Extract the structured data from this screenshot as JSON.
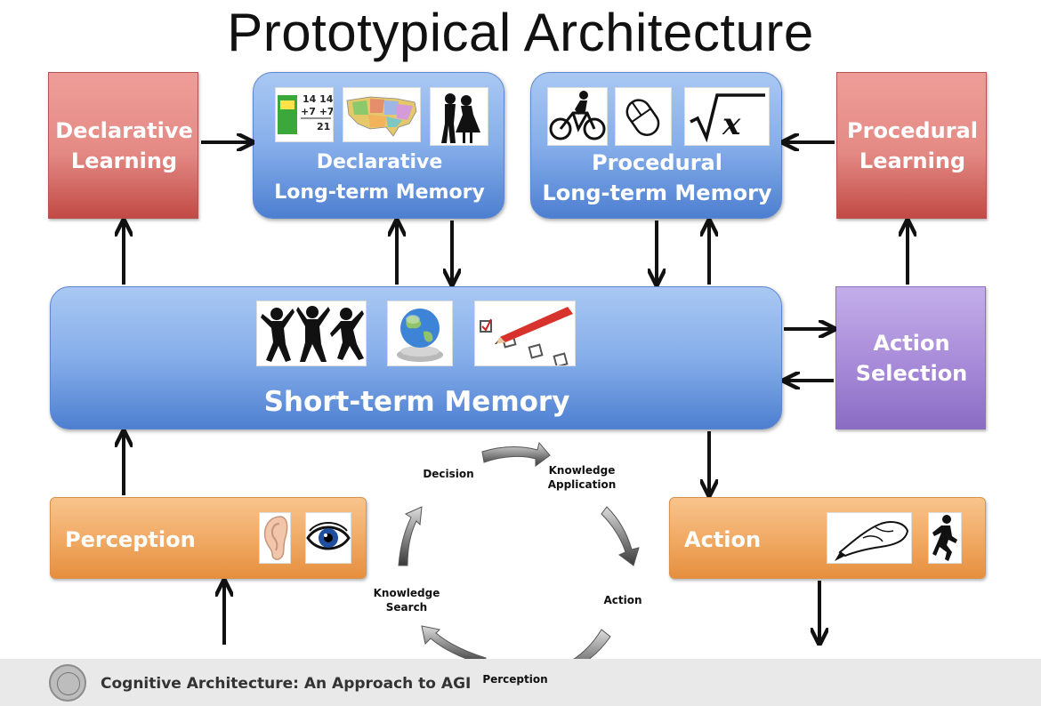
{
  "title": "Prototypical Architecture",
  "boxes": {
    "declarative_learning": [
      "Declarative",
      "Learning"
    ],
    "declarative_ltm": [
      "Declarative",
      "Long-term Memory"
    ],
    "procedural_ltm": [
      "Procedural",
      "Long-term Memory"
    ],
    "procedural_learning": [
      "Procedural",
      "Learning"
    ],
    "short_term_memory": "Short-term Memory",
    "action_selection": [
      "Action",
      "Selection"
    ],
    "perception": "Perception",
    "action": "Action"
  },
  "cycle": {
    "decision": "Decision",
    "knowledge_application": [
      "Knowledge",
      "Application"
    ],
    "action": "Action",
    "perception": "Perception",
    "knowledge_search": [
      "Knowledge",
      "Search"
    ]
  },
  "footer": "Cognitive Architecture: An Approach to AGI",
  "images": {
    "declarative": [
      "math-flashcards-icon",
      "us-map-icon",
      "kissing-silhouette-icon"
    ],
    "procedural": [
      "cyclist-icon",
      "mouse-icon",
      "sqrt-x-icon"
    ],
    "stm": [
      "dancers-icon",
      "globe-icon",
      "checklist-icon"
    ],
    "perception": [
      "ear-icon",
      "eye-icon"
    ],
    "action": [
      "writing-hand-icon",
      "runner-icon"
    ]
  },
  "formula_text": {
    "flashcard_top": "14 14",
    "flashcard_mid": "+7 +7",
    "flashcard_bot": "21",
    "sqrt": "√x"
  }
}
